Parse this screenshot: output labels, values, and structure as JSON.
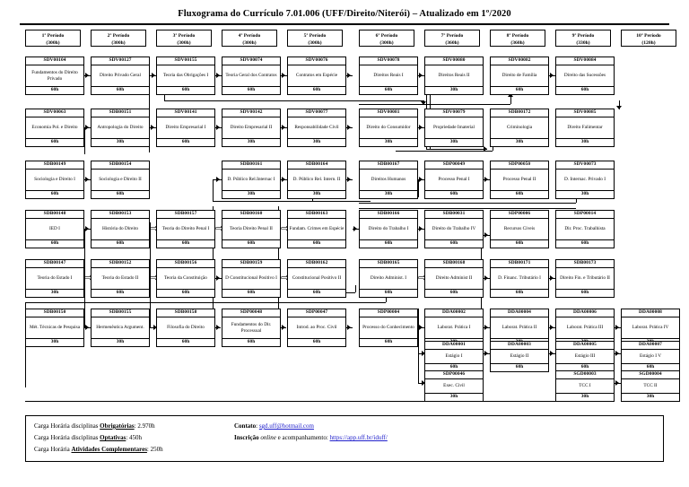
{
  "document": {
    "title": "Fluxograma do Currículo 7.01.006 (UFF/Direito/Niterói) – Atualizado em 1º/2020"
  },
  "periods": [
    {
      "label": "1º Período",
      "hours": "(300h)"
    },
    {
      "label": "2º Período",
      "hours": "(300h)"
    },
    {
      "label": "3º Período",
      "hours": "(300h)"
    },
    {
      "label": "4º Período",
      "hours": "(300h)"
    },
    {
      "label": "5º Período",
      "hours": "(300h)"
    },
    {
      "label": "6º Período",
      "hours": "(300h)"
    },
    {
      "label": "7º Período",
      "hours": "(360h)"
    },
    {
      "label": "8º Período",
      "hours": "(360h)"
    },
    {
      "label": "9º Período",
      "hours": "(330h)"
    },
    {
      "label": "10º Período",
      "hours": "(120h)"
    }
  ],
  "courses": {
    "r1c1": {
      "code": "SDV00104",
      "name": "Fundamentos do Direito Privado",
      "hours": "60h"
    },
    "r1c2": {
      "code": "SDV00127",
      "name": "Direito Privado Geral",
      "hours": "60h"
    },
    "r1c3": {
      "code": "SDV00155",
      "name": "Teoria das Obrigações I",
      "hours": "60h"
    },
    "r1c4": {
      "code": "SDV00074",
      "name": "Teoria Geral dos Contratos",
      "hours": "60h"
    },
    "r1c5": {
      "code": "SDV00076",
      "name": "Contratos em Espécie",
      "hours": "60h"
    },
    "r1c6": {
      "code": "SDV00078",
      "name": "Direitos Reais I",
      "hours": "60h"
    },
    "r1c7": {
      "code": "SDV00080",
      "name": "Direitos Reais II",
      "hours": "30h"
    },
    "r1c8": {
      "code": "SDV00082",
      "name": "Direito de Família",
      "hours": "60h"
    },
    "r1c9": {
      "code": "SDV00084",
      "name": "Direito das Sucessões",
      "hours": "60h"
    },
    "r2c1": {
      "code": "SDV00063",
      "name": "Economia Pol. e Direito",
      "hours": "60h"
    },
    "r2c2": {
      "code": "SDB00151",
      "name": "Antropologia do Direito",
      "hours": "30h"
    },
    "r2c3": {
      "code": "SDV00141",
      "name": "Direito Empresarial I",
      "hours": "60h"
    },
    "r2c4": {
      "code": "SDV00142",
      "name": "Direito Empresarial II",
      "hours": "30h"
    },
    "r2c5": {
      "code": "SDV00077",
      "name": "Responsabilidade Civil",
      "hours": "30h"
    },
    "r2c6": {
      "code": "SDV00081",
      "name": "Direito do Consumidor",
      "hours": "30h"
    },
    "r2c7": {
      "code": "SDV00079",
      "name": "Propriedade Imaterial",
      "hours": "30h"
    },
    "r2c8": {
      "code": "SDB00172",
      "name": "Criminologia",
      "hours": "30h"
    },
    "r2c9": {
      "code": "SDV00085",
      "name": "Direito Falimentar",
      "hours": "30h"
    },
    "r3c1": {
      "code": "SDB00149",
      "name": "Sociologia e Direito I",
      "hours": "60h"
    },
    "r3c2": {
      "code": "SDB00154",
      "name": "Sociologia e Direito II",
      "hours": "60h"
    },
    "r3c4": {
      "code": "SDB00161",
      "name": "D. Público Rel.Internac I",
      "hours": "30h"
    },
    "r3c5": {
      "code": "SDB00164",
      "name": "D. Público Rel. Intern. II",
      "hours": "30h"
    },
    "r3c6": {
      "code": "SDB00167",
      "name": "Direitos Humanos",
      "hours": "30h"
    },
    "r3c7": {
      "code": "SDP00049",
      "name": "Processo Penal I",
      "hours": "60h"
    },
    "r3c8": {
      "code": "SDP00050",
      "name": "Processo Penal II",
      "hours": "60h"
    },
    "r3c9": {
      "code": "SDV00073",
      "name": "D. Internac. Privado I",
      "hours": "30h"
    },
    "r4c1": {
      "code": "SDB00148",
      "name": "IED I",
      "hours": "60h"
    },
    "r4c2": {
      "code": "SDB00153",
      "name": "História do Direito",
      "hours": "60h"
    },
    "r4c3": {
      "code": "SDB00157",
      "name": "Teoria do Direito Penal I",
      "hours": "60h"
    },
    "r4c4": {
      "code": "SDB00160",
      "name": "Teoria Direito Penal II",
      "hours": "60h"
    },
    "r4c5": {
      "code": "SDB00163",
      "name": "Fundam. Crimes em Espécie",
      "hours": "60h"
    },
    "r4c6": {
      "code": "SDB00166",
      "name": "Direito do Trabalho I",
      "hours": "60h"
    },
    "r4c7": {
      "code": "SDB00031",
      "name": "Direito do Trabalho IV",
      "hours": "60h"
    },
    "r4c8": {
      "code": "SDP00006",
      "name": "Recursos Cíveis",
      "hours": "60h"
    },
    "r4c9": {
      "code": "SDP00014",
      "name": "Dir. Proc. Trabalhista",
      "hours": "60h"
    },
    "r5c1": {
      "code": "SDB00147",
      "name": "Teoria do Estado I",
      "hours": "30h"
    },
    "r5c2": {
      "code": "SDB00152",
      "name": "Teoria do Estado II",
      "hours": "60h"
    },
    "r5c3": {
      "code": "SDB00156",
      "name": "Teoria da Constituição",
      "hours": "60h"
    },
    "r5c4": {
      "code": "SDB00159",
      "name": "D Constitucional Positivo I",
      "hours": "60h"
    },
    "r5c5": {
      "code": "SDB00162",
      "name": "Constitucional Positivo II",
      "hours": "60h"
    },
    "r5c6": {
      "code": "SDB00165",
      "name": "Direito Administ. I",
      "hours": "60h"
    },
    "r5c7": {
      "code": "SDB00168",
      "name": "Direito Administ II",
      "hours": "60h"
    },
    "r5c8": {
      "code": "SDB00171",
      "name": "D. Financ. Tributário I",
      "hours": "60h"
    },
    "r5c9": {
      "code": "SDB00173",
      "name": "Direito Fin. e Tributário II",
      "hours": "60h"
    },
    "r6c1": {
      "code": "SDB00150",
      "name": "Mét. Técnicas de Pesquisa",
      "hours": "30h"
    },
    "r6c2": {
      "code": "SDB00155",
      "name": "Hermenêutica Argument.",
      "hours": "30h"
    },
    "r6c3": {
      "code": "SDB00158",
      "name": "Filosofia do Direito",
      "hours": "60h"
    },
    "r6c4": {
      "code": "SDP00048",
      "name": "Fundamentos do Dir. Processual",
      "hours": "60h"
    },
    "r6c5": {
      "code": "SDP00047",
      "name": "Introd. ao Proc. Civil",
      "hours": "60h"
    },
    "r6c6": {
      "code": "SDP00004",
      "name": "Processo do Conhecimento",
      "hours": "60h"
    },
    "r6c7": {
      "code": "DDA00002",
      "name": "Laborat. Prática I",
      "hours": "30h"
    },
    "r6c8": {
      "code": "DDA00004",
      "name": "Laborat. Prática II",
      "hours": "30h"
    },
    "r6c9": {
      "code": "DDA00006",
      "name": "Laborat. Prática III",
      "hours": "30h"
    },
    "r6c10": {
      "code": "DDA00008",
      "name": "Laborat. Prática IV",
      "hours": "30h"
    },
    "r7c7": {
      "code": "DDA00001",
      "name": "Estágio I",
      "hours": "60h"
    },
    "r7c8": {
      "code": "DDA00003",
      "name": "Estágio II",
      "hours": "60h"
    },
    "r7c9": {
      "code": "DDA00005",
      "name": "Estágio III",
      "hours": "60h"
    },
    "r7c10": {
      "code": "DDA00007",
      "name": "Estágio I V",
      "hours": "60h"
    },
    "r8c7": {
      "code": "SDP00046",
      "name": "Exec. Civil",
      "hours": "30h"
    },
    "r8c9": {
      "code": "SGD00003",
      "name": "TCC I",
      "hours": "30h"
    },
    "r8c10": {
      "code": "SGD00004",
      "name": "TCC II",
      "hours": "30h"
    }
  },
  "legend": {
    "left": [
      {
        "pre": "Carga Horária disciplinas ",
        "strong": "Obrigatórias",
        "post": ": 2.970h"
      },
      {
        "pre": "Carga Horária disciplinas ",
        "strong": "Optativas",
        "post": ": 450h"
      },
      {
        "pre": "Carga Horária ",
        "strong": "Atividades Complementares",
        "post": ": 250h"
      }
    ],
    "contact_label": "Contato",
    "contact_sep": ": ",
    "contact_email": "sgd.uff@hotmail.com",
    "inscription_label": "Inscrição",
    "inscription_italic": "online",
    "inscription_mid": " e acompanhamento: ",
    "inscription_url": "https://app.uff.br/iduff/"
  }
}
